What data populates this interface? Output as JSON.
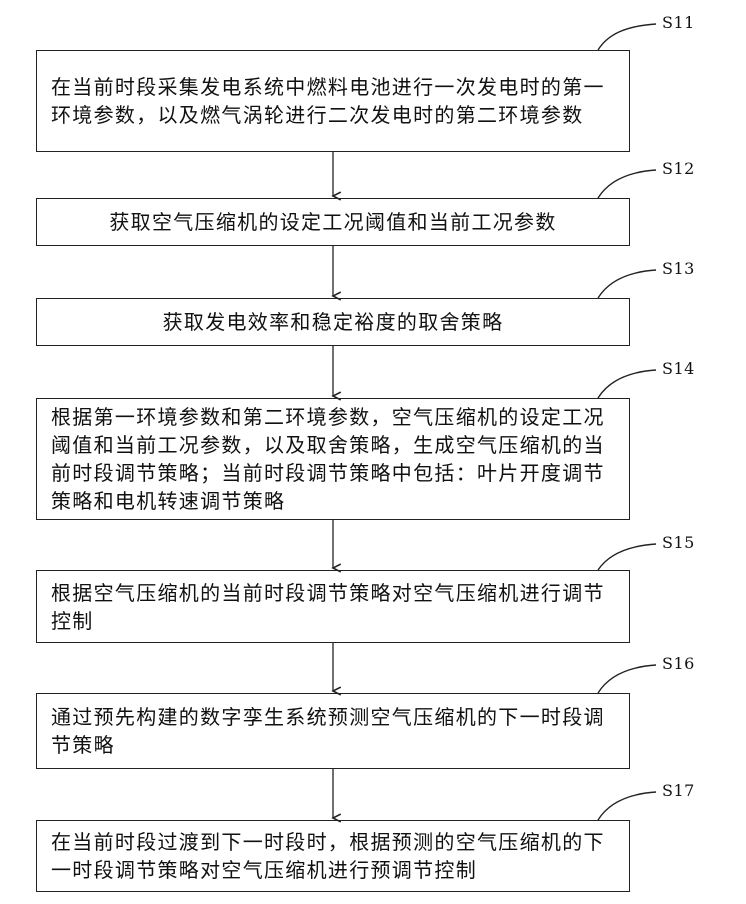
{
  "steps": [
    {
      "id": "S11",
      "text": "在当前时段采集发电系统中燃料电池进行一次发电时的第一环境参数，以及燃气涡轮进行二次发电时的第二环境参数"
    },
    {
      "id": "S12",
      "text": "获取空气压缩机的设定工况阈值和当前工况参数"
    },
    {
      "id": "S13",
      "text": "获取发电效率和稳定裕度的取舍策略"
    },
    {
      "id": "S14",
      "text": "根据第一环境参数和第二环境参数，空气压缩机的设定工况阈值和当前工况参数，以及取舍策略，生成空气压缩机的当前时段调节策略；当前时段调节策略中包括：叶片开度调节策略和电机转速调节策略"
    },
    {
      "id": "S15",
      "text": "根据空气压缩机的当前时段调节策略对空气压缩机进行调节控制"
    },
    {
      "id": "S16",
      "text": "通过预先构建的数字孪生系统预测空气压缩机的下一时段调节策略"
    },
    {
      "id": "S17",
      "text": "在当前时段过渡到下一时段时，根据预测的空气压缩机的下一时段调节策略对空气压缩机进行预调节控制"
    }
  ]
}
